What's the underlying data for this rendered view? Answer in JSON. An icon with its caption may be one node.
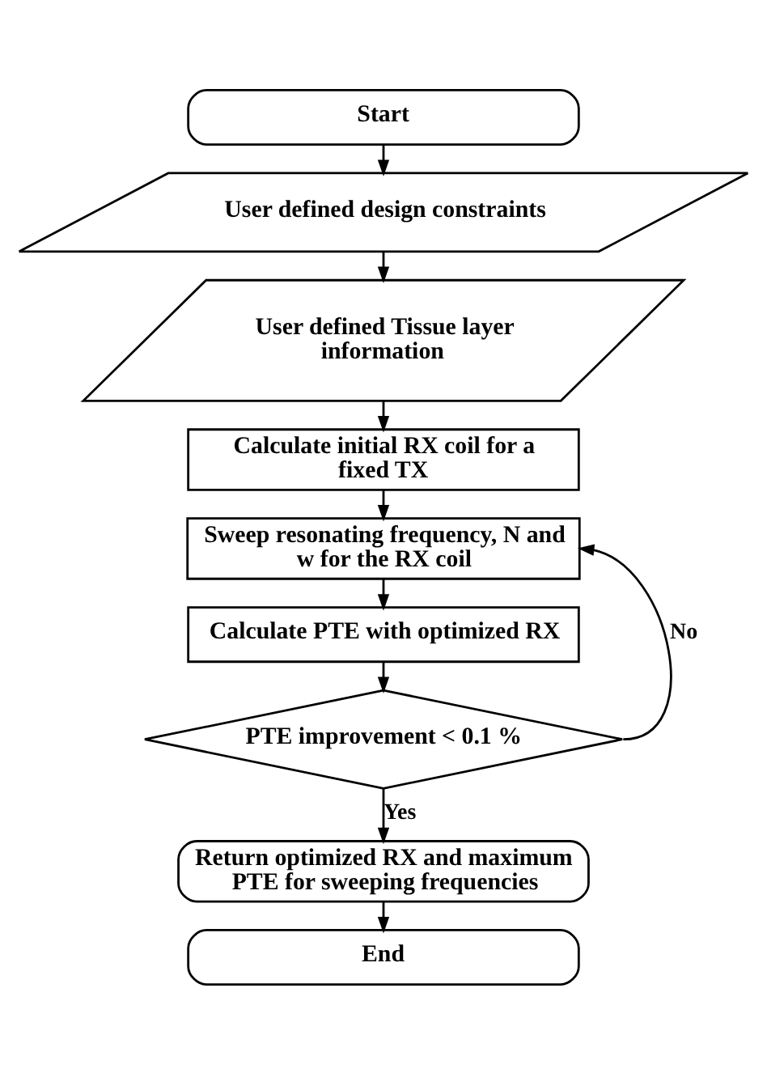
{
  "diagram": {
    "nodes": [
      {
        "text": [
          "Start"
        ]
      },
      {
        "text": [
          "User defined design constraints"
        ]
      },
      {
        "text": [
          "User defined Tissue layer information"
        ]
      },
      {
        "text": [
          "Calculate initial RX coil for a fixed TX"
        ]
      },
      {
        "text": [
          "Sweep resonating frequency, N and w for the RX coil"
        ]
      },
      {
        "text": [
          "Calculate PTE with optimized RX"
        ]
      },
      {
        "text": [
          "PTE improvement < 0.1 %"
        ]
      },
      {
        "text": [
          "Return optimized RX and maximum PTE for sweeping frequencies"
        ]
      },
      {
        "text": [
          "End"
        ]
      }
    ],
    "edges": [
      {
        "from": 0,
        "to": 1,
        "arrow": "to"
      },
      {
        "from": 1,
        "to": 2,
        "arrow": "to"
      },
      {
        "from": 2,
        "to": 3,
        "arrow": "to"
      },
      {
        "from": 3,
        "to": 4,
        "arrow": "to"
      },
      {
        "from": 4,
        "to": 5,
        "arrow": "to"
      },
      {
        "from": 5,
        "to": 6,
        "arrow": "to"
      },
      {
        "from": 6,
        "to": 4,
        "arrow": "to",
        "label": "No"
      },
      {
        "from": 6,
        "to": 7,
        "arrow": "to",
        "label": "Yes"
      },
      {
        "from": 7,
        "to": 8,
        "arrow": "to"
      }
    ]
  }
}
